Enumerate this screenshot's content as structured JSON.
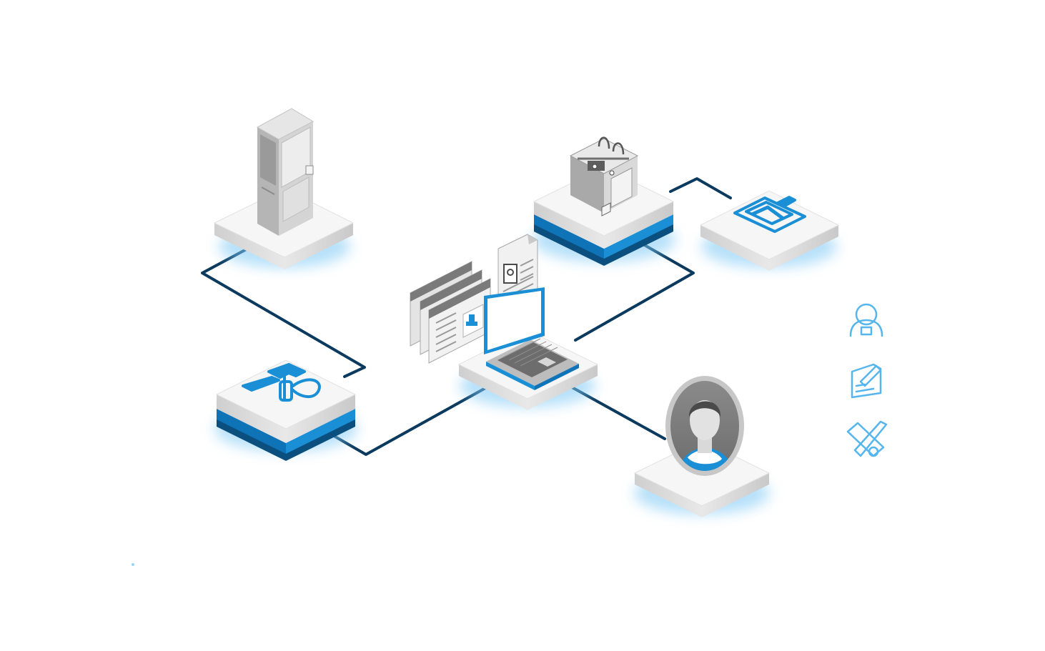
{
  "colors": {
    "background": "#ffffff",
    "connector": "#0b3a5e",
    "accent_blue": "#1a8fd6",
    "band_blue": "#0f73b8",
    "band_dark": "#0b4f7e",
    "platform_top": "#f7f7f7",
    "platform_side": "#d8d8d8",
    "glow": "#7cc8f5",
    "device_grey": "#b8b8b8",
    "device_light": "#ececec",
    "legend_outline": "#55b6ee"
  },
  "nodes": [
    {
      "id": "manufacturing-cabinet",
      "icon": "tall-cabinet-machine-icon",
      "interactable": true
    },
    {
      "id": "3d-printer",
      "icon": "3d-printer-icon",
      "interactable": true
    },
    {
      "id": "design-document",
      "icon": "pencil-on-paper-icon",
      "interactable": true
    },
    {
      "id": "maintenance-tools",
      "icon": "wrench-screwdriver-icon",
      "interactable": true
    },
    {
      "id": "central-laptop",
      "icon": "laptop-icon",
      "interactable": true
    },
    {
      "id": "user-profile",
      "icon": "user-avatar-icon",
      "interactable": true
    }
  ],
  "legend": [
    {
      "icon": "user-outline-icon"
    },
    {
      "icon": "edit-document-outline-icon"
    },
    {
      "icon": "tools-outline-icon"
    }
  ]
}
